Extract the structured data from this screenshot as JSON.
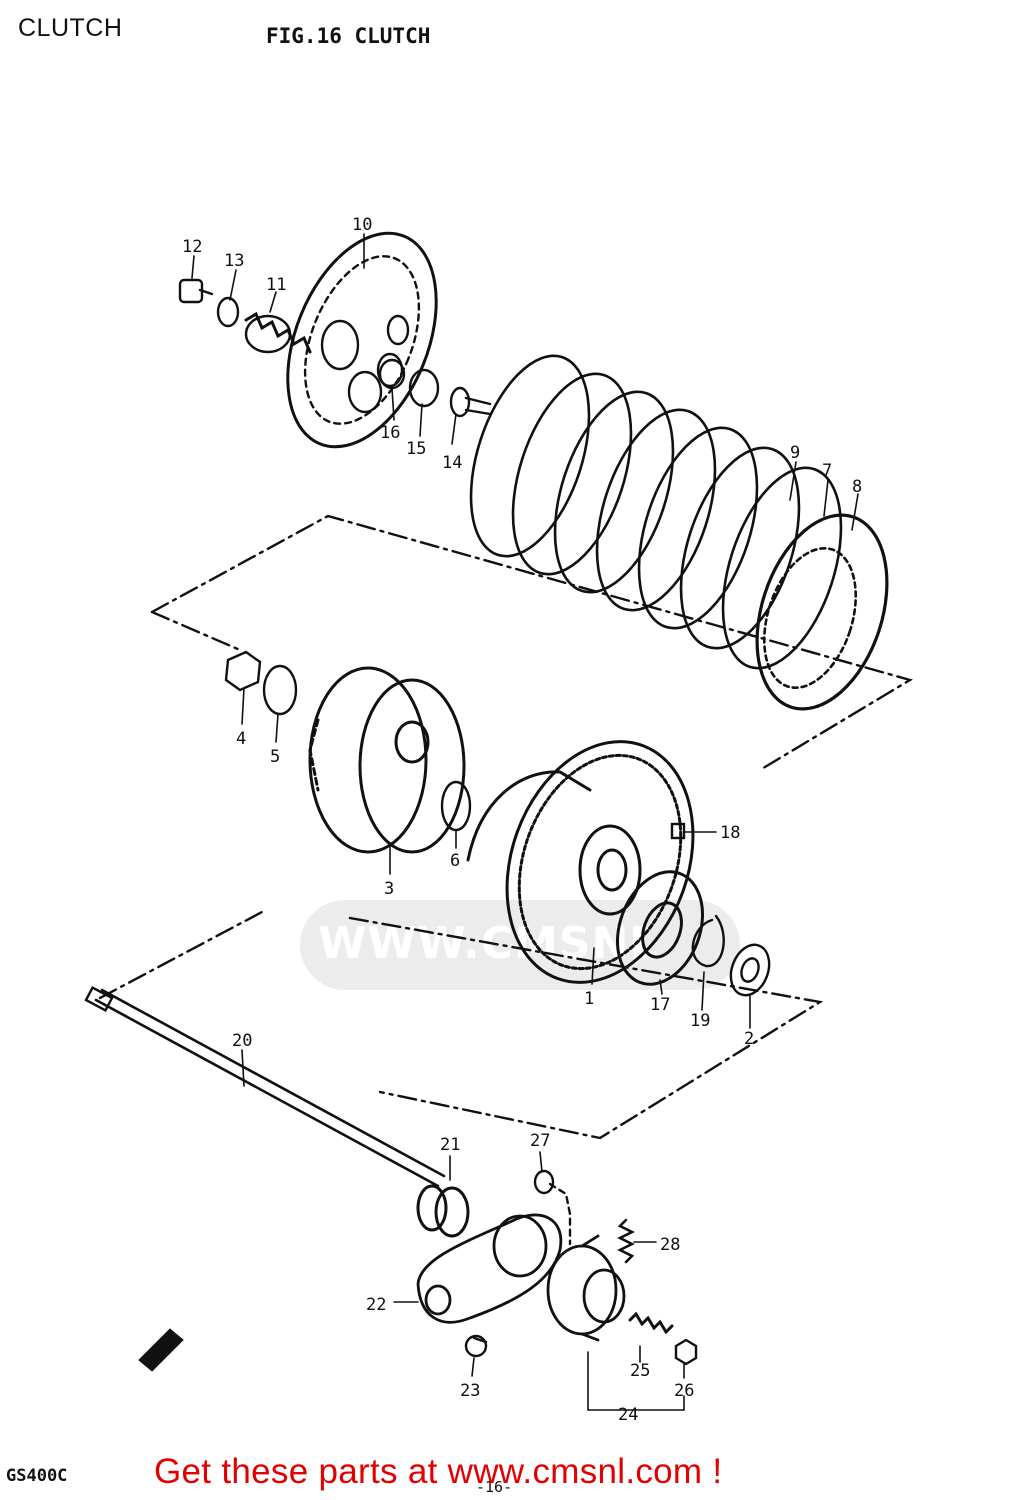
{
  "page": {
    "title": "CLUTCH",
    "figure_title": "FIG.16  CLUTCH",
    "model_code": "GS400C",
    "page_number": "-16-",
    "promo_text": "Get these parts at www.cmsnl.com !",
    "watermark_text": "WWW.CMSNL",
    "promo_color": "#e30000"
  },
  "callouts": [
    {
      "id": "1",
      "label": "1"
    },
    {
      "id": "2",
      "label": "2"
    },
    {
      "id": "3",
      "label": "3"
    },
    {
      "id": "4",
      "label": "4"
    },
    {
      "id": "5",
      "label": "5"
    },
    {
      "id": "6",
      "label": "6"
    },
    {
      "id": "7",
      "label": "7"
    },
    {
      "id": "8",
      "label": "8"
    },
    {
      "id": "9",
      "label": "9"
    },
    {
      "id": "10",
      "label": "10"
    },
    {
      "id": "11",
      "label": "11"
    },
    {
      "id": "12",
      "label": "12"
    },
    {
      "id": "13",
      "label": "13"
    },
    {
      "id": "14",
      "label": "14"
    },
    {
      "id": "15",
      "label": "15"
    },
    {
      "id": "16",
      "label": "16"
    },
    {
      "id": "17",
      "label": "17"
    },
    {
      "id": "18",
      "label": "18"
    },
    {
      "id": "19",
      "label": "19"
    },
    {
      "id": "20",
      "label": "20"
    },
    {
      "id": "21",
      "label": "21"
    },
    {
      "id": "22",
      "label": "22"
    },
    {
      "id": "23",
      "label": "23"
    },
    {
      "id": "24",
      "label": "24"
    },
    {
      "id": "25",
      "label": "25"
    },
    {
      "id": "26",
      "label": "26"
    },
    {
      "id": "27",
      "label": "27"
    },
    {
      "id": "28",
      "label": "28"
    }
  ]
}
